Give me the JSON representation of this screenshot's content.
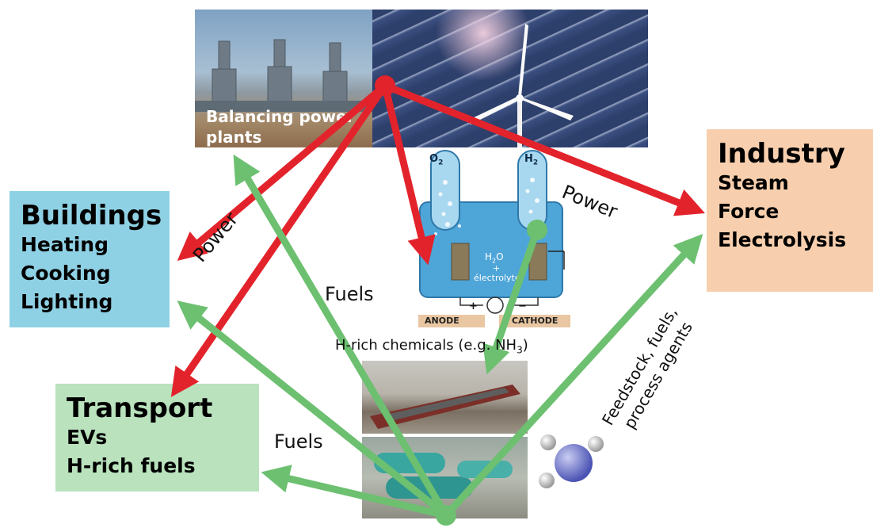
{
  "colors": {
    "power_arrow": "#e3232b",
    "fuel_arrow": "#6cc070",
    "buildings_bg": "#8fd1e4",
    "industry_bg": "#f8cfae",
    "transport_bg": "#b9e2bd"
  },
  "top_photo": {
    "caption_line1": "Balancing power",
    "caption_line2": "plants"
  },
  "buildings": {
    "title": "Buildings",
    "items": [
      "Heating",
      "Cooking",
      "Lighting"
    ]
  },
  "industry": {
    "title": "Industry",
    "items": [
      "Steam",
      "Force",
      "Electrolysis"
    ]
  },
  "transport": {
    "title": "Transport",
    "items": [
      "EVs",
      "H-rich fuels"
    ]
  },
  "electrolyzer": {
    "o2": "O",
    "o2_sub": "2",
    "h2": "H",
    "h2_sub": "2",
    "h2o": "H",
    "h2o_sub": "2",
    "h2o_tail": "O",
    "plus": "+",
    "electrolyte": "électrolyte",
    "anode": "ANODE",
    "cathode": "CATHODE",
    "pos": "+",
    "neg": "−"
  },
  "labels": {
    "power_left": "Power",
    "power_right": "Power",
    "fuels_center": "Fuels",
    "fuels_bottom": "Fuels",
    "h_rich_chemicals": "H-rich chemicals (e.g. NH",
    "h_rich_sub": "3",
    "h_rich_close": ")",
    "feedstock_line1": "Feedstock, fuels,",
    "feedstock_line2": "process agents"
  }
}
